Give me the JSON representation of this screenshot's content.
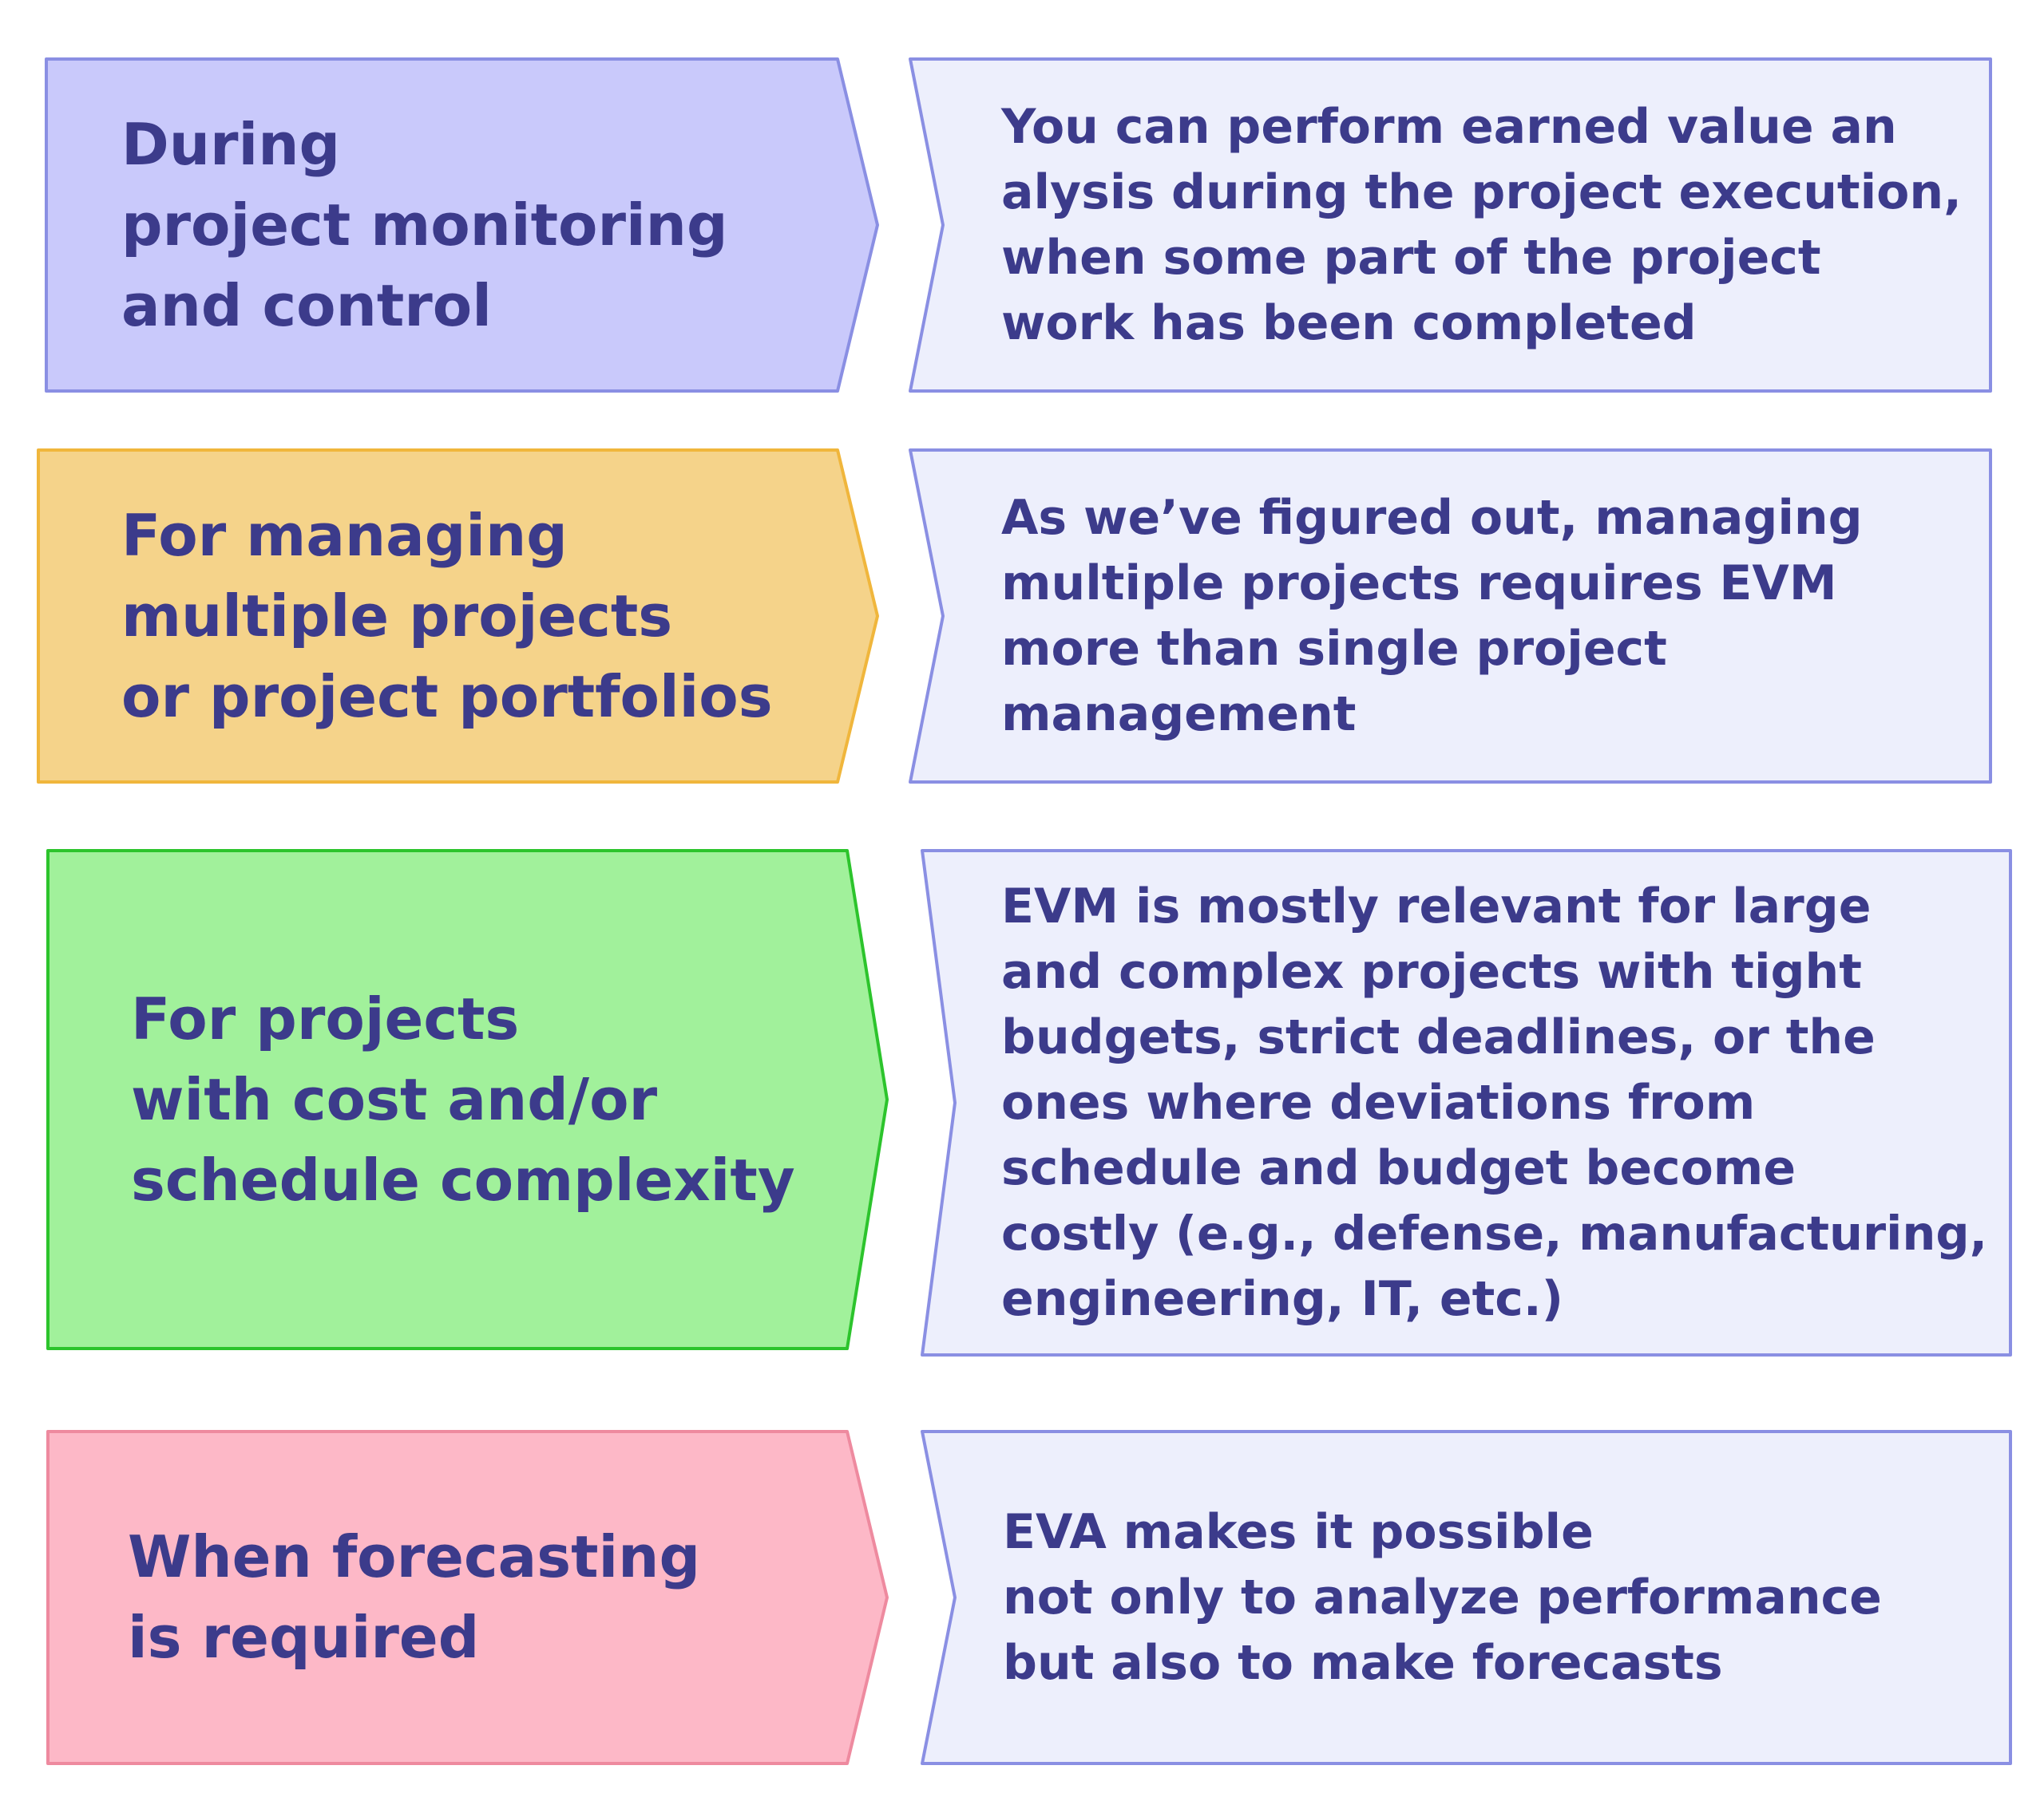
{
  "rows": [
    {
      "label_lines": [
        "During",
        "project monitoring",
        "and control"
      ],
      "desc_lines": [
        "You can perform earned value an",
        "alysis during the project execution,",
        "when some part of the project",
        "work has been completed"
      ],
      "fill": "#c9c9fb",
      "stroke": "#8a8fe3"
    },
    {
      "label_lines": [
        "For managing",
        "multiple projects",
        "or project portfolios"
      ],
      "desc_lines": [
        "As we’ve figured out, managing",
        "multiple projects requires EVM",
        "more than single project",
        "management"
      ],
      "fill": "#f5d38a",
      "stroke": "#f0b63c"
    },
    {
      "label_lines": [
        "For projects",
        "with cost and/or",
        "schedule complexity"
      ],
      "desc_lines": [
        "EVM is mostly relevant for large",
        "and complex projects with tight",
        "budgets, strict deadlines, or the",
        "ones where deviations from",
        "schedule and budget become",
        "costly (e.g., defense, manufacturing,",
        "engineering, IT, etc.)"
      ],
      "fill": "#a1f19b",
      "stroke": "#2cc42c"
    },
    {
      "label_lines": [
        "When forecasting",
        "is required"
      ],
      "desc_lines": [
        "EVA makes it possible",
        "not only to analyze performance",
        "but also to make forecasts"
      ],
      "fill": "#fdb8c7",
      "stroke": "#ee8a9f"
    }
  ],
  "desc_fill": "#edeffc",
  "desc_stroke": "#8a8fe3",
  "text_color": "#3c3b8b"
}
